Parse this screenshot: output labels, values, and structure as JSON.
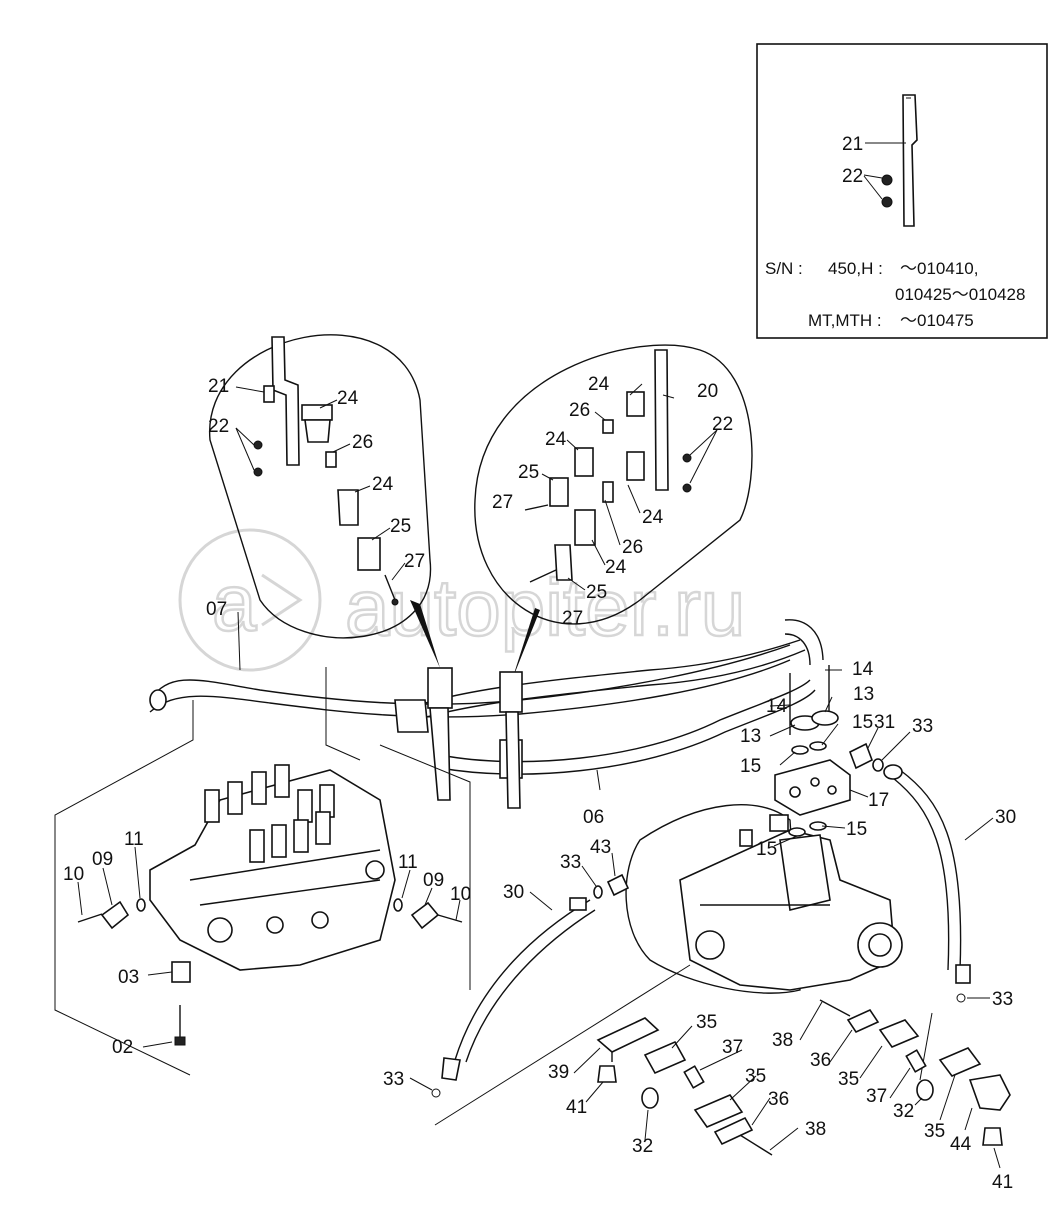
{
  "watermark": "autopiter.ru",
  "inset": {
    "sn_label": "S/N :",
    "rows": [
      {
        "model": "450,H :",
        "range": "～010410,"
      },
      {
        "model": "",
        "range": "010425～010428"
      },
      {
        "model": "MT,MTH :",
        "range": "～010475"
      }
    ]
  },
  "callouts": {
    "p21a": "21",
    "p22a": "22",
    "p21b": "21",
    "p22b": "22",
    "p24b": "24",
    "p26b": "26",
    "p24c": "24",
    "p25b": "25",
    "p27b": "27",
    "p24d": "24",
    "p20": "20",
    "p26d": "26",
    "p22d": "22",
    "p24e": "24",
    "p25d": "25",
    "p27d": "27",
    "p24f": "24",
    "p26e": "26",
    "p24g": "24",
    "p25e": "25",
    "p27e": "27",
    "p07": "07",
    "p06": "06",
    "p14a": "14",
    "p14b": "14",
    "p13a": "13",
    "p13b": "13",
    "p15a": "15",
    "p15b": "15",
    "p15c": "15",
    "p15d": "15",
    "p31": "31",
    "p33a": "33",
    "p17": "17",
    "p30a": "30",
    "p30b": "30",
    "p33b": "33",
    "p43": "43",
    "p33c": "33",
    "p33d": "33",
    "p10a": "10",
    "p09a": "09",
    "p11a": "11",
    "p11b": "11",
    "p09b": "09",
    "p10b": "10",
    "p03": "03",
    "p02": "02",
    "p35a": "35",
    "p37a": "37",
    "p39": "39",
    "p41a": "41",
    "p32a": "32",
    "p35b": "35",
    "p36a": "36",
    "p38a": "38",
    "p38b": "38",
    "p36b": "36",
    "p35c": "35",
    "p37b": "37",
    "p32b": "32",
    "p35d": "35",
    "p44": "44",
    "p41b": "41"
  }
}
